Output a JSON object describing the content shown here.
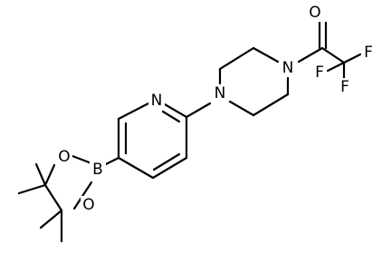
{
  "structure": {
    "atoms": {
      "pyridine_n": "N",
      "piperazine_n1": "N",
      "piperazine_n4": "N",
      "boron": "B",
      "dioxaborolane_o1": "O",
      "dioxaborolane_o2": "O",
      "carbonyl_o": "O",
      "fluorine_1": "F",
      "fluorine_2": "F",
      "fluorine_3": "F"
    }
  }
}
